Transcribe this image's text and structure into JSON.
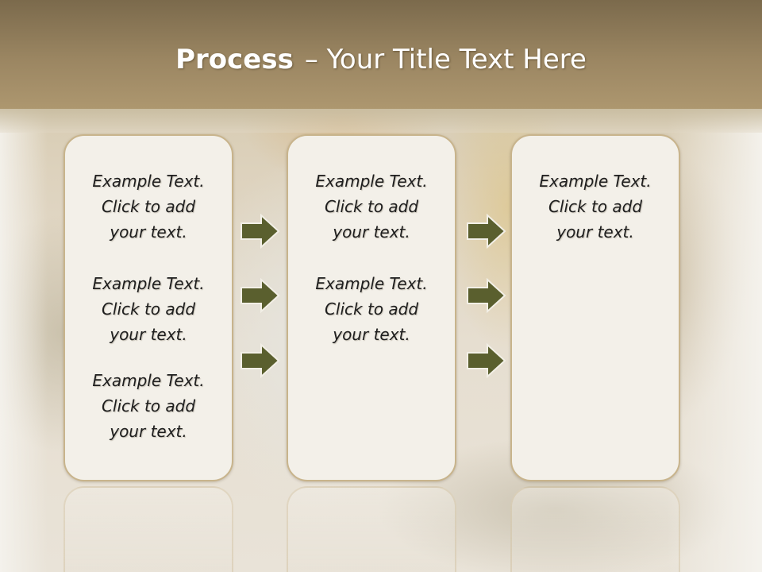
{
  "slide": {
    "title_bold": "Process",
    "title_rest": "– Your Title Text Here"
  },
  "columns": [
    {
      "items": [
        {
          "line1": "Example Text.",
          "line2": "Click  to add",
          "line3": "your text."
        },
        {
          "line1": "Example Text.",
          "line2": "Click  to add",
          "line3": "your text."
        },
        {
          "line1": "Example Text.",
          "line2": "Click  to add",
          "line3": "your text."
        }
      ]
    },
    {
      "items": [
        {
          "line1": "Example Text.",
          "line2": "Click  to add",
          "line3": "your text."
        },
        {
          "line1": "Example Text.",
          "line2": "Click  to add",
          "line3": "your text."
        }
      ]
    },
    {
      "items": [
        {
          "line1": "Example Text.",
          "line2": "Click  to add",
          "line3": "your text."
        }
      ]
    }
  ],
  "arrow_icon": "right-arrow-icon",
  "colors": {
    "header": "#9b8662",
    "arrow_fill": "#5a5f2e",
    "arrow_stroke": "#f2efe6",
    "card_border": "#c8b48c"
  }
}
